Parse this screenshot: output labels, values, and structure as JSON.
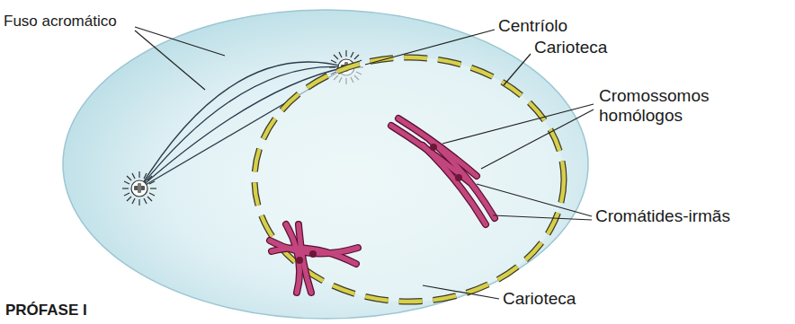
{
  "diagram": {
    "labels": [
      "Fuso acromático",
      "Centríolo",
      "Carioteca",
      "Cromossomos homólogos",
      "Cromátides-irmãs",
      "Carioteca",
      "PRÓFASE I"
    ]
  }
}
